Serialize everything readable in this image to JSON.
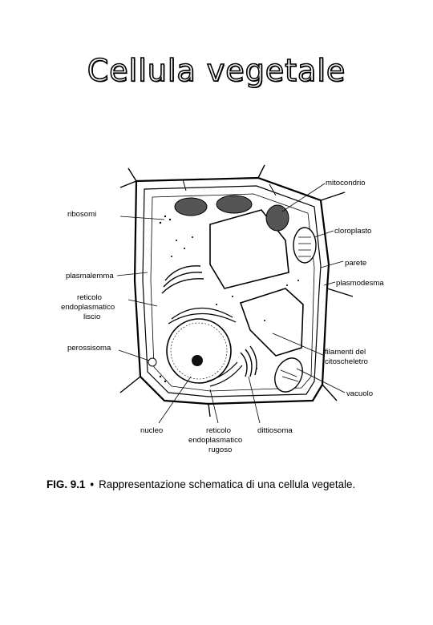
{
  "title": "Cellula vegetale",
  "labels": {
    "mitocondrio": "mitocondrio",
    "ribosomi": "ribosomi",
    "cloroplasto": "cloroplasto",
    "parete": "parete",
    "plasmalemma": "plasmalemma",
    "plasmodesma": "plasmodesma",
    "reticolo_liscio_1": "reticolo",
    "reticolo_liscio_2": "endoplasmatico",
    "reticolo_liscio_3": "liscio",
    "filamenti_1": "filamenti del",
    "filamenti_2": "citoscheletro",
    "perossisoma": "perossisoma",
    "vacuolo": "vacuolo",
    "nucleo": "nucleo",
    "reticolo_rugoso_1": "reticolo",
    "reticolo_rugoso_2": "endoplasmatico",
    "reticolo_rugoso_3": "rugoso",
    "dittiosoma": "dittiosoma"
  },
  "caption": {
    "fig": "FIG. 9.1",
    "bullet": "•",
    "text": "Rappresentazione schematica di una cellula vegetale."
  }
}
